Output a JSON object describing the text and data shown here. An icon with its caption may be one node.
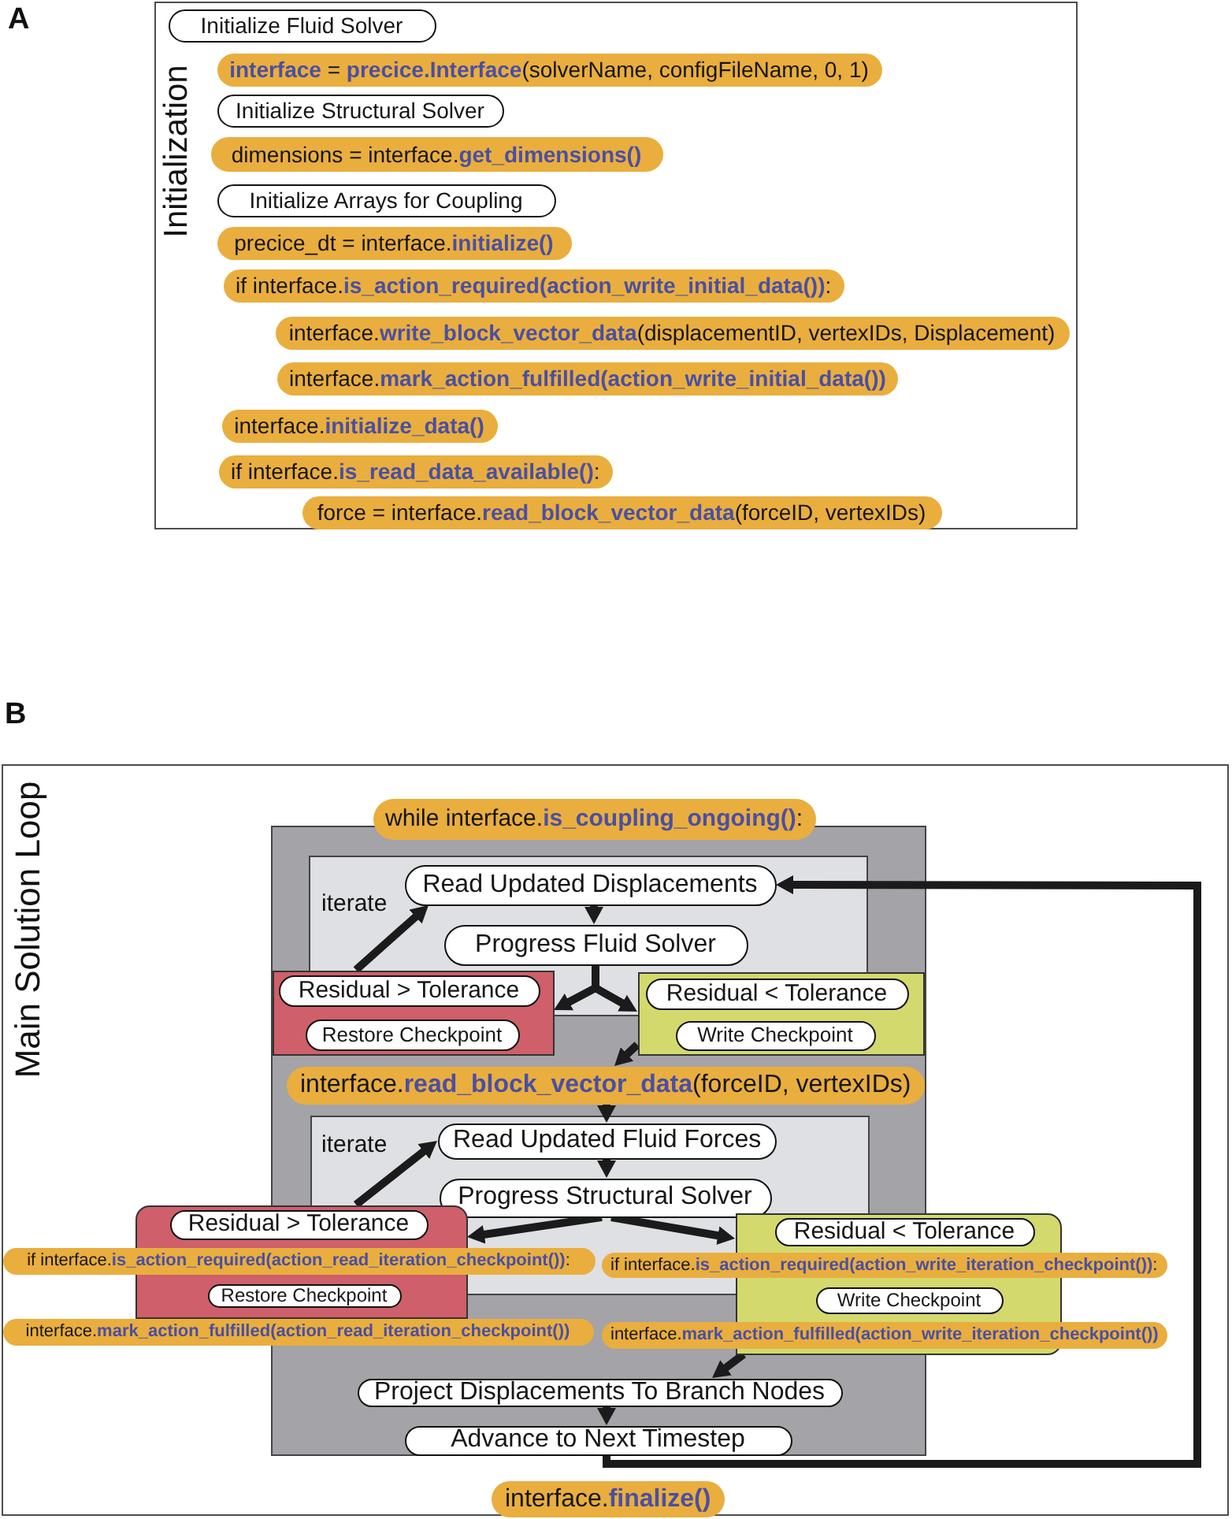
{
  "diagram": {
    "nodes": [
      {
        "text": [
          "Initialization"
        ]
      },
      {
        "text": [
          "Initialize Fluid Solver"
        ],
        "in": 0
      },
      {
        "text": [
          "**interface** = **precice.Interface**(solverName, configFileName, 0, 1)"
        ],
        "in": 0
      },
      {
        "text": [
          "Initialize Structural Solver"
        ],
        "in": 0
      },
      {
        "text": [
          "dimensions = interface.**get_dimensions()**"
        ],
        "in": 0
      },
      {
        "text": [
          "Initialize Arrays for Coupling"
        ],
        "in": 0
      },
      {
        "text": [
          "precice_dt = interface.**initialize()**"
        ],
        "in": 0
      },
      {
        "text": [
          "if interface.**is_action_required(action_write_initial_data())**:"
        ],
        "in": 0
      },
      {
        "text": [
          "interface.**write_block_vector_data**(displacementID, vertexIDs, Displacement)"
        ],
        "in": 0
      },
      {
        "text": [
          "interface.**mark_action_fulfilled(action_write_initial_data())**"
        ],
        "in": 0
      },
      {
        "text": [
          "interface.**initialize_data()**"
        ],
        "in": 0
      },
      {
        "text": [
          "if interface.**is_read_data_available()**:"
        ],
        "in": 0
      },
      {
        "text": [
          "force = interface.**read_block_vector_data**(forceID, vertexIDs)"
        ],
        "in": 0
      },
      {
        "text": [
          "Main Solution Loop"
        ]
      },
      {
        "text": [
          "while interface.**is_coupling_ongoing()**:"
        ],
        "in": 13
      },
      {
        "text": [],
        "shape": "box",
        "in": 13
      },
      {
        "text": [],
        "shape": "box",
        "in": 15
      },
      {
        "text": [
          "Read Updated Displacements"
        ],
        "in": 16
      },
      {
        "text": [
          "Progress Fluid Solver"
        ],
        "in": 16
      },
      {
        "text": [],
        "shape": "box",
        "in": 15
      },
      {
        "text": [
          "Residual > Tolerance"
        ],
        "in": 19
      },
      {
        "text": [
          "Restore Checkpoint"
        ],
        "in": 19
      },
      {
        "text": [],
        "shape": "box",
        "in": 15
      },
      {
        "text": [
          "Residual < Tolerance"
        ],
        "in": 22
      },
      {
        "text": [
          "Write Checkpoint"
        ],
        "in": 22
      },
      {
        "text": [
          "interface.**read_block_vector_data**(forceID, vertexIDs)"
        ],
        "in": 15
      },
      {
        "text": [],
        "shape": "box",
        "in": 15
      },
      {
        "text": [
          "Read Updated Fluid Forces"
        ],
        "in": 26
      },
      {
        "text": [
          "Progress Structural Solver"
        ],
        "in": 26
      },
      {
        "text": [],
        "shape": "box",
        "in": 13
      },
      {
        "text": [
          "Residual > Tolerance"
        ],
        "in": 29
      },
      {
        "text": [
          "if interface.**is_action_required(action_read_iteration_checkpoint())**:"
        ],
        "in": 13
      },
      {
        "text": [
          "Restore Checkpoint"
        ],
        "in": 29
      },
      {
        "text": [
          "interface.**mark_action_fulfilled(action_read_iteration_checkpoint())**"
        ],
        "in": 13
      },
      {
        "text": [],
        "shape": "box",
        "in": 13
      },
      {
        "text": [
          "Residual < Tolerance"
        ],
        "in": 34
      },
      {
        "text": [
          "if interface.**is_action_required(action_write_iteration_checkpoint())**:"
        ],
        "in": 13
      },
      {
        "text": [
          "Write Checkpoint"
        ],
        "in": 34
      },
      {
        "text": [
          "interface.**mark_action_fulfilled(action_write_iteration_checkpoint())**"
        ],
        "in": 13
      },
      {
        "text": [
          "Project Displacements To Branch Nodes"
        ],
        "in": 15
      },
      {
        "text": [
          "Advance to Next Timestep"
        ],
        "in": 15
      },
      {
        "text": [
          "interface.**finalize()**"
        ],
        "in": 13
      }
    ],
    "edges": [
      {
        "from": 17,
        "to": 18,
        "arrow": "to"
      },
      {
        "from": 18,
        "to": 19,
        "arrow": "to"
      },
      {
        "from": 18,
        "to": 22,
        "arrow": "to"
      },
      {
        "from": 19,
        "to": 17,
        "arrow": "to",
        "label": "iterate"
      },
      {
        "from": 22,
        "to": 25,
        "arrow": "to"
      },
      {
        "from": 25,
        "to": 27,
        "arrow": "to"
      },
      {
        "from": 27,
        "to": 28,
        "arrow": "to"
      },
      {
        "from": 28,
        "to": 29,
        "arrow": "to"
      },
      {
        "from": 28,
        "to": 34,
        "arrow": "to"
      },
      {
        "from": 29,
        "to": 27,
        "arrow": "to",
        "label": "iterate"
      },
      {
        "from": 34,
        "to": 39,
        "arrow": "to"
      },
      {
        "from": 39,
        "to": 40,
        "arrow": "to"
      },
      {
        "from": 40,
        "to": 17,
        "arrow": "to"
      }
    ],
    "labels": [
      "A",
      "B"
    ]
  }
}
